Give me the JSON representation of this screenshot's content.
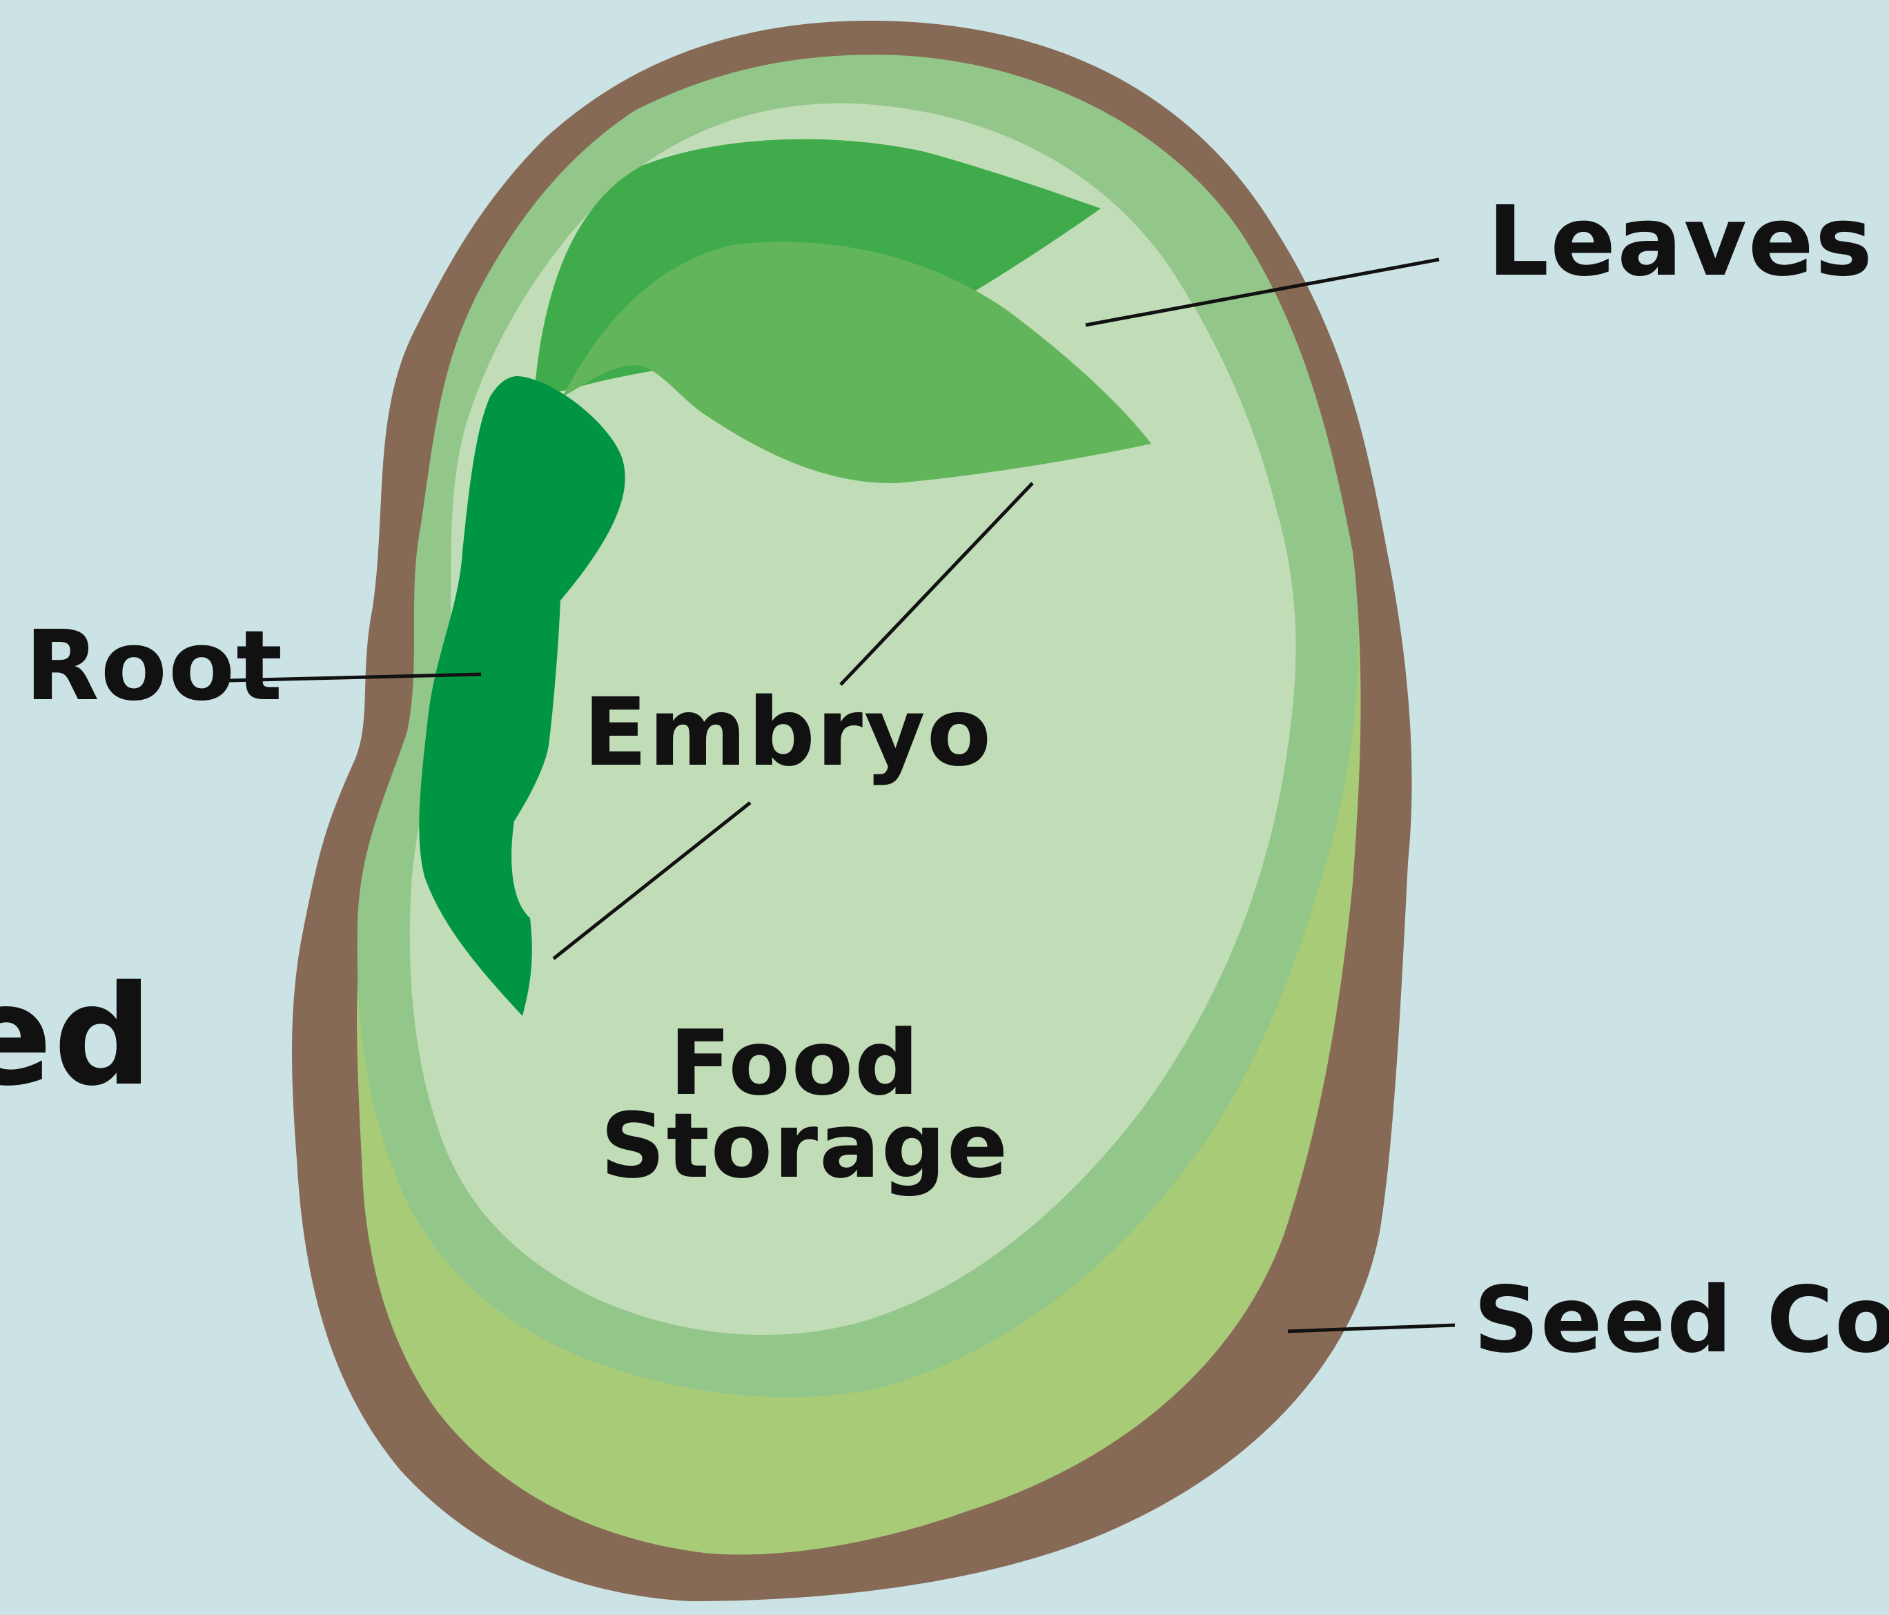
{
  "diagram": {
    "labels": {
      "leaves": "Leaves",
      "root": "Root",
      "embryo": "Embryo",
      "food_storage_line1": "Food",
      "food_storage_line2": "Storage",
      "seed_coat": "Seed Coat",
      "partial_left": "ed"
    },
    "colors": {
      "background": "#cce3e6",
      "seed_coat": "#866a55",
      "outer_ring": "#93c689",
      "lower_fill": "#a8cb78",
      "inner_food": "#c1ddb8",
      "upper_leaf": "#40ab4a",
      "lower_leaf": "#63b55c",
      "root": "#009542",
      "text": "#111111"
    }
  }
}
